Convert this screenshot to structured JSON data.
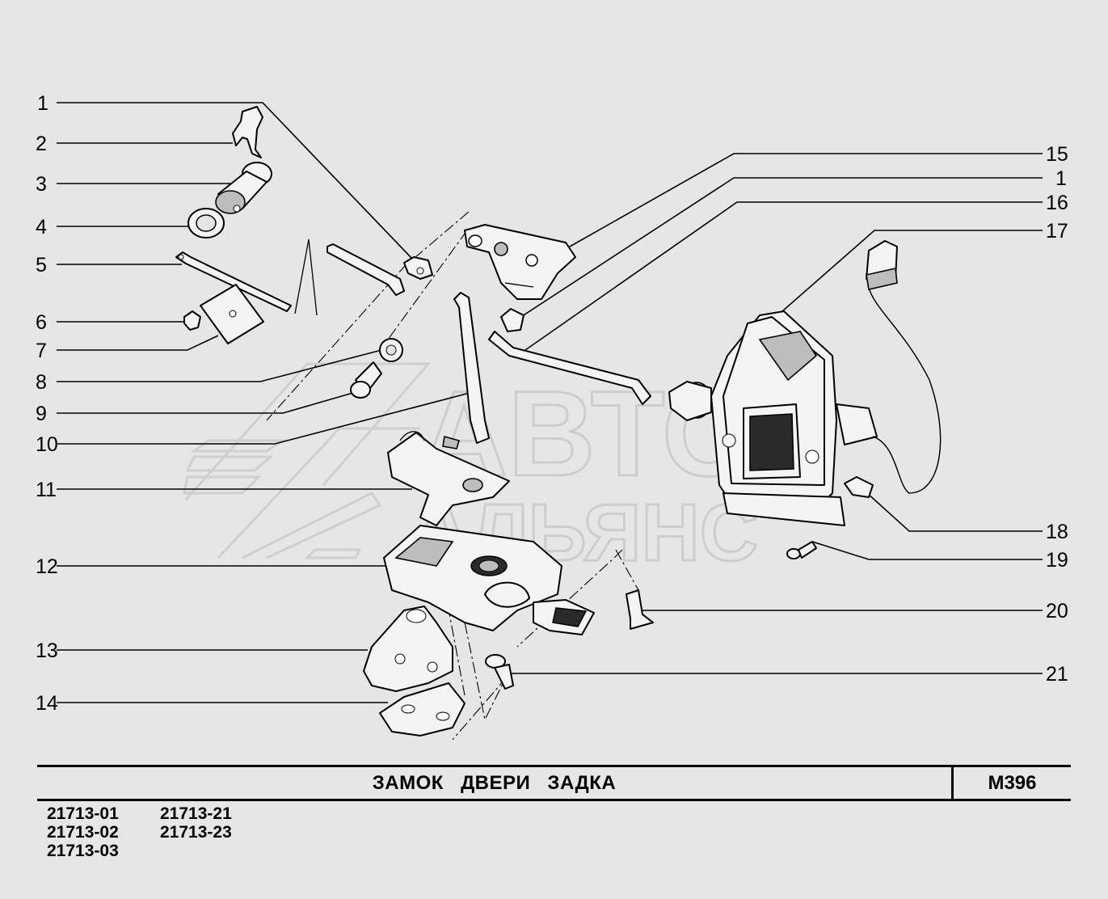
{
  "title": "ЗАМОК   ДВЕРИ   ЗАДКА",
  "code": "М396",
  "models": {
    "col1": [
      "21713-01",
      "21713-02",
      "21713-03"
    ],
    "col2": [
      "21713-21",
      "21713-23"
    ]
  },
  "watermark": {
    "line1": "АВТО",
    "line2": "АЛЬЯНС"
  },
  "callouts_left": [
    "1",
    "2",
    "3",
    "4",
    "5",
    "6",
    "7",
    "8",
    "9",
    "10",
    "11",
    "12",
    "13",
    "14"
  ],
  "callouts_right": [
    "15",
    "1",
    "16",
    "17",
    "18",
    "19",
    "20",
    "21"
  ]
}
